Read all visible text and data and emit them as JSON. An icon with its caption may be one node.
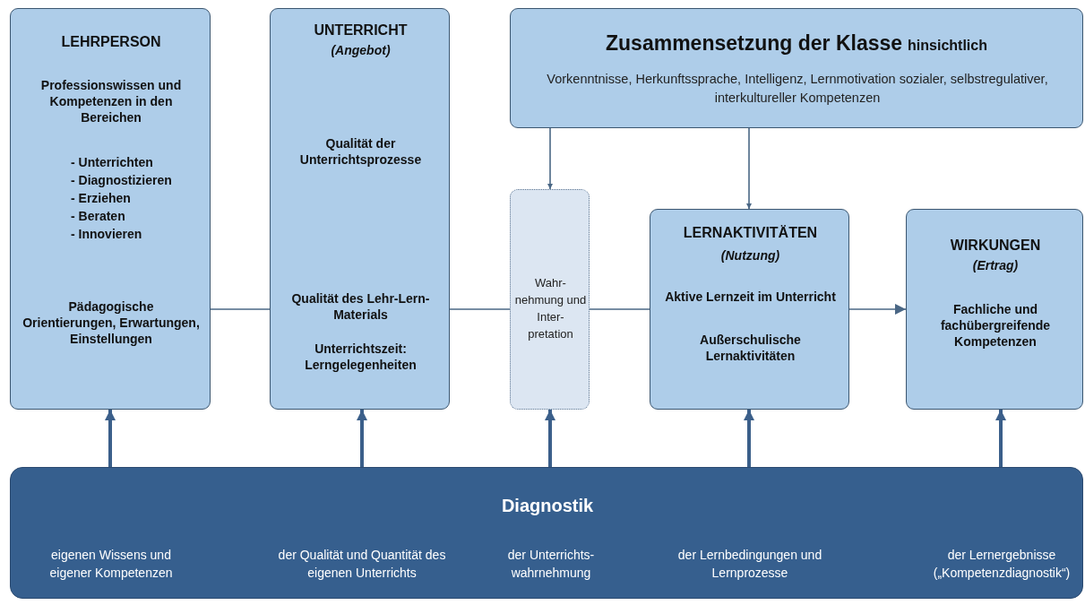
{
  "diagram": {
    "nodes": [
      {
        "text": [
          "LEHRPERSON",
          "Professionswissen und Kompetenzen in den Bereichen",
          "- Unterrichten",
          "- Diagnostizieren",
          "- Erziehen",
          "- Beraten",
          "- Innovieren",
          "Pädagogische Orientierungen, Erwartungen, Einstellungen"
        ]
      },
      {
        "text": [
          "UNTERRICHT",
          "(Angebot)",
          "Qualität  der Unterrichtsprozesse",
          "Qualität des Lehr-Lern-Materials",
          "Unterrichtszeit: Lerngelegenheiten"
        ]
      },
      {
        "text": [
          "Zusammensetzung der Klasse",
          "hinsichtlich",
          "Vorkenntnisse, Herkunftssprache, Intelligenz, Lernmotivation sozialer, selbstregulativer, interkultureller Kompetenzen"
        ]
      },
      {
        "text": [
          "Wahr- nehmung und Inter- pretation"
        ]
      },
      {
        "text": [
          "LERNAKTIVITÄTEN",
          "(Nutzung)",
          "Aktive Lernzeit im Unterricht",
          "Außerschulische Lernaktivitäten"
        ]
      },
      {
        "text": [
          "WIRKUNGEN",
          "(Ertrag)",
          "Fachliche und fachübergreifende Kompetenzen"
        ]
      },
      {
        "text": [
          "Diagnostik",
          "eigenen Wissens und eigener Kompetenzen",
          "der Qualität und Quantität des eigenen Unterrichts",
          "der Unterrichts- wahrnehmung",
          "der Lernbedingungen und Lernprozesse",
          "der Lernergebnisse („Kompetenzdiagnostik“)"
        ]
      }
    ],
    "edges": [
      {
        "from": 0,
        "to": 1,
        "arrow": "none"
      },
      {
        "from": 1,
        "to": 3,
        "arrow": "none"
      },
      {
        "from": 3,
        "to": 4,
        "arrow": "none"
      },
      {
        "from": 4,
        "to": 5,
        "arrow": "to"
      },
      {
        "from": 2,
        "to": 3,
        "arrow": "to"
      },
      {
        "from": 2,
        "to": 4,
        "arrow": "to"
      },
      {
        "from": 6,
        "to": 0,
        "arrow": "to",
        "style": "thick"
      },
      {
        "from": 6,
        "to": 1,
        "arrow": "to",
        "style": "thick"
      },
      {
        "from": 6,
        "to": 3,
        "arrow": "to",
        "style": "thick"
      },
      {
        "from": 6,
        "to": 4,
        "arrow": "to",
        "style": "thick"
      },
      {
        "from": 6,
        "to": 5,
        "arrow": "to",
        "style": "thick"
      }
    ]
  }
}
